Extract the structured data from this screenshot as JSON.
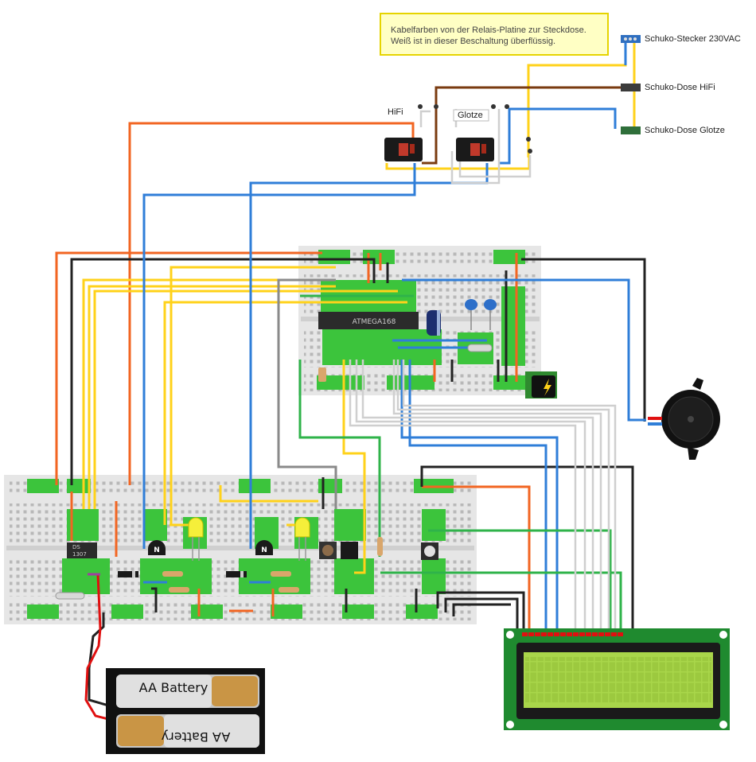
{
  "note": {
    "line1": "Kabelfarben von der Relais-Platine zur Steckdose.",
    "line2": "Weiß ist in dieser Beschaltung überflüssig."
  },
  "labels": {
    "plug": "Schuko-Stecker 230VAC",
    "socket_hifi": "Schuko-Dose HiFi",
    "socket_glotze": "Schuko-Dose Glotze",
    "relay_hifi": "HiFi",
    "relay_glotze": "Glotze"
  },
  "chips": {
    "mcu": "ATMEGA168",
    "rtc_line1": "DS",
    "rtc_line2": "1307"
  },
  "battery": {
    "top": "AA Battery",
    "bottom": "AA Battery"
  },
  "colors": {
    "wire_orange": "#f26522",
    "wire_black": "#222222",
    "wire_yellow": "#ffd21a",
    "wire_blue": "#2f7ed8",
    "wire_green": "#2fb34a",
    "wire_white": "#cfcfcf",
    "wire_brown": "#7a3b10",
    "wire_red": "#e01010",
    "breadboard": "#e8e8e8",
    "lcd_pcb": "#1f8a2f",
    "lcd_screen": "#a9d64a"
  },
  "icons": [
    "relay-icon",
    "buzzer-icon",
    "power-jack-icon",
    "lightning-icon",
    "transistor-icon",
    "led-icon",
    "potentiometer-icon",
    "pushbutton-icon",
    "crystal-icon",
    "capacitor-icon"
  ]
}
